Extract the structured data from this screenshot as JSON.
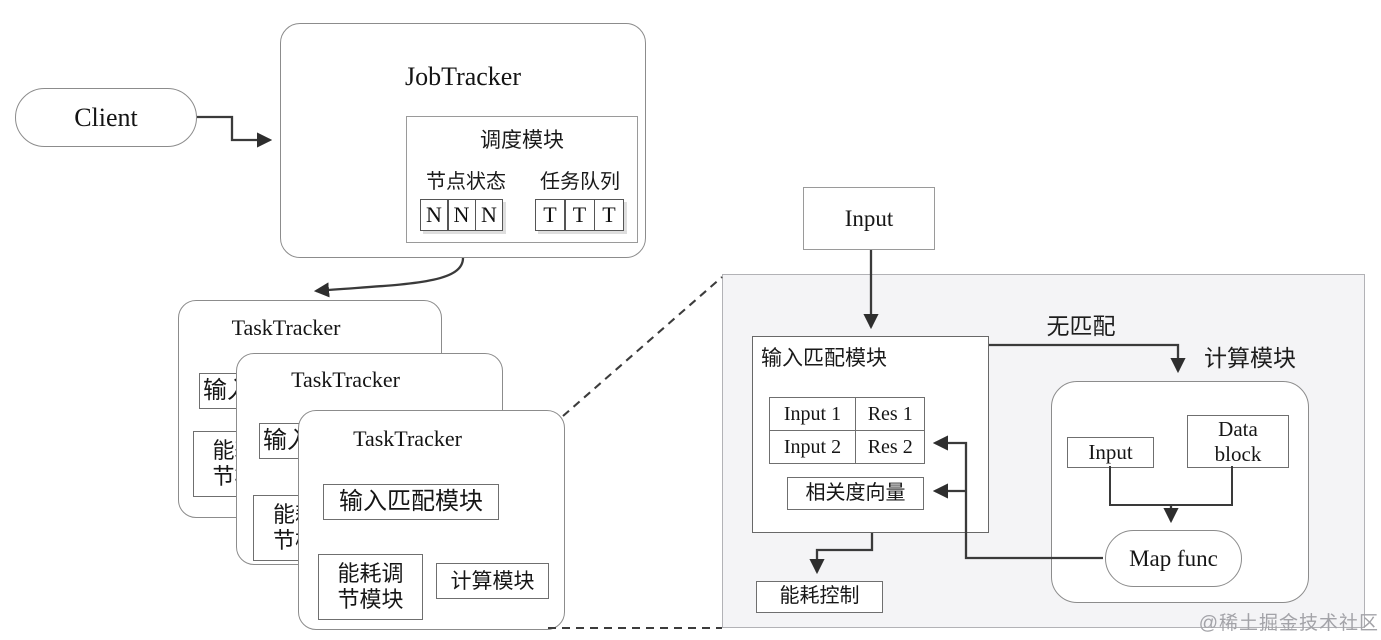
{
  "client": {
    "label": "Client"
  },
  "jobtracker": {
    "title": "JobTracker",
    "scheduler": {
      "title": "调度模块",
      "node_status_label": "节点状态",
      "task_queue_label": "任务队列",
      "node_cells": [
        "N",
        "N",
        "N"
      ],
      "task_cells": [
        "T",
        "T",
        "T"
      ]
    }
  },
  "tasktracker": {
    "title": "TaskTracker",
    "input_match_label": "输入匹配模块",
    "energy_line1": "能耗调",
    "energy_line2": "节模块",
    "compute_label": "计算模块"
  },
  "detail": {
    "top_input_label": "Input",
    "no_match_label": "无匹配",
    "compute_section_label": "计算模块",
    "input_match": {
      "title": "输入匹配模块",
      "table_rows": [
        [
          "Input 1",
          "Res 1"
        ],
        [
          "Input 2",
          "Res 2"
        ]
      ],
      "relevance_label": "相关度向量"
    },
    "compute": {
      "input_label": "Input",
      "data_block_line1": "Data",
      "data_block_line2": "block",
      "map_func_label": "Map func"
    },
    "energy_control_label": "能耗控制"
  },
  "watermark": "@稀土掘金技术社区",
  "colors": {
    "line": "#3a3a3a",
    "panel_bg": "#f4f4f6",
    "card_border": "#8c8c8c",
    "watermark": "#a3a3a8"
  }
}
